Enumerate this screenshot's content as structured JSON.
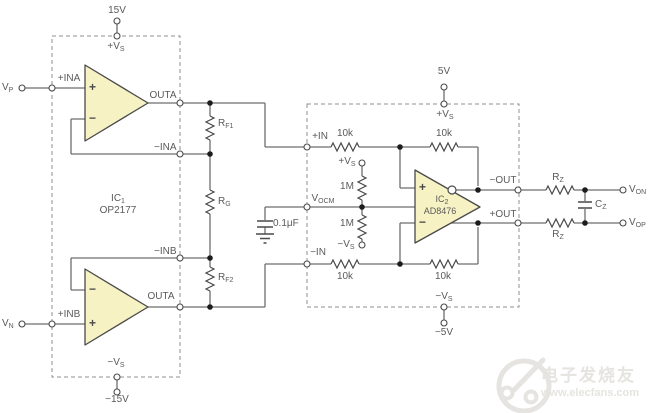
{
  "colors": {
    "wire": "#6e6e6e",
    "comp": "#4a4a4a",
    "dot": "#1c1c1c",
    "dash": "#8f8f8f",
    "text": "#5a5a5a",
    "opamp_fill": "#f7f2c4",
    "watermark": "#e6e4e0"
  },
  "labels": {
    "rail_15v": {
      "pre": "15V"
    },
    "rail_neg15v": {
      "pre": "−15V"
    },
    "rail_5v": {
      "pre": "5V"
    },
    "rail_neg5v": {
      "pre": "−5V"
    },
    "plus_vs": {
      "pre": "+V",
      "sub": "S"
    },
    "minus_vs": {
      "pre": "−V",
      "sub": "S"
    },
    "vp": {
      "pre": "V",
      "sub": "P"
    },
    "vn": {
      "pre": "V",
      "sub": "N"
    },
    "plus_ina": {
      "pre": "+INA"
    },
    "minus_ina": {
      "pre": "−INA"
    },
    "plus_inb": {
      "pre": "+INB"
    },
    "minus_inb": {
      "pre": "−INB"
    },
    "outa": {
      "pre": "OUTA"
    },
    "ic1": {
      "pre": "IC",
      "sub": "1"
    },
    "ic1_part": {
      "pre": "OP2177"
    },
    "ic2": {
      "pre": "IC",
      "sub": "2"
    },
    "ic2_part": {
      "pre": "AD8476"
    },
    "rf1": {
      "pre": "R",
      "sub": "F1"
    },
    "rg": {
      "pre": "R",
      "sub": "G"
    },
    "rf2": {
      "pre": "R",
      "sub": "F2"
    },
    "r10k": {
      "pre": "10k"
    },
    "r1m": {
      "pre": "1M"
    },
    "rz": {
      "pre": "R",
      "sub": "Z"
    },
    "cz": {
      "pre": "C",
      "sub": "Z"
    },
    "cap": {
      "pre": "0.1μF"
    },
    "plus_in": {
      "pre": "+IN"
    },
    "minus_in": {
      "pre": "−IN"
    },
    "minus_out": {
      "pre": "−OUT"
    },
    "plus_out": {
      "pre": "+OUT"
    },
    "vocm": {
      "pre": "V",
      "sub": "OCM"
    },
    "von": {
      "pre": "V",
      "sub": "ON"
    },
    "vop": {
      "pre": "V",
      "sub": "OP"
    },
    "plus": {
      "pre": "+"
    },
    "minus": {
      "pre": "−"
    }
  },
  "watermark": {
    "title": "电子发烧友",
    "url": "www.elecfans.com"
  }
}
